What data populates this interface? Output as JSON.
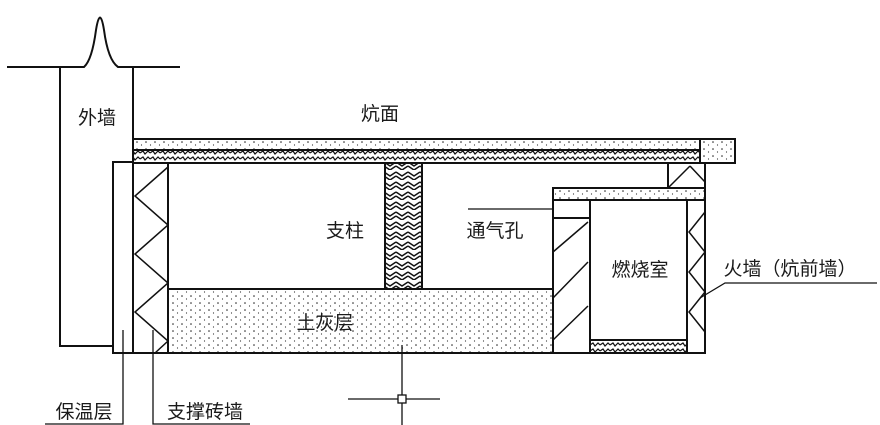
{
  "labels": {
    "outer_wall": "外墙",
    "kang_surface": "炕面",
    "pillar": "支柱",
    "vent_hole": "通气孔",
    "combustion_chamber": "燃烧室",
    "fire_wall": "火墙（炕前墙）",
    "soil_ash_layer": "土灰层",
    "insulation_layer": "保温层",
    "support_brick_wall": "支撑砖墙"
  },
  "colors": {
    "line": "#111111",
    "background": "#ffffff"
  }
}
